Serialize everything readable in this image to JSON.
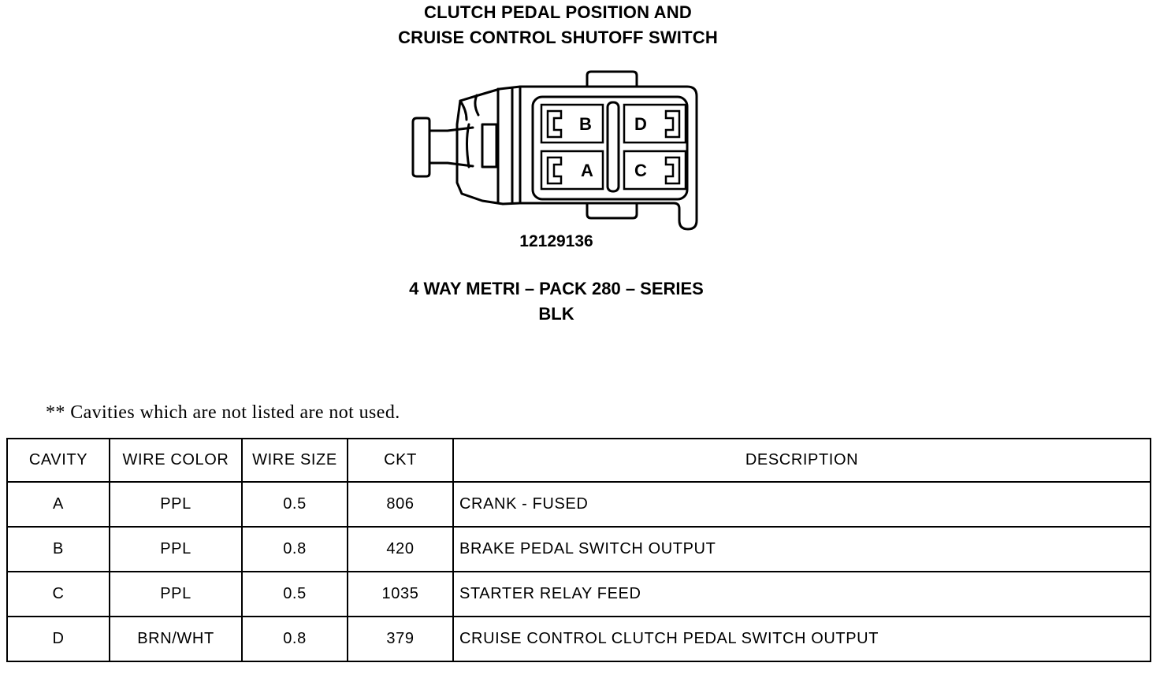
{
  "title": {
    "line1": "CLUTCH PEDAL POSITION AND",
    "line2": "CRUISE CONTROL SHUTOFF SWITCH"
  },
  "connector": {
    "cavity_labels": [
      "B",
      "D",
      "A",
      "C"
    ],
    "part_number": "12129136",
    "series": "4 WAY METRI – PACK 280 – SERIES",
    "color": "BLK"
  },
  "note": "** Cavities which are not listed are not used.",
  "table": {
    "headers": [
      "CAVITY",
      "WIRE COLOR",
      "WIRE SIZE",
      "CKT",
      "DESCRIPTION"
    ],
    "rows": [
      [
        "A",
        "PPL",
        "0.5",
        "806",
        "CRANK - FUSED"
      ],
      [
        "B",
        "PPL",
        "0.8",
        "420",
        "BRAKE PEDAL SWITCH OUTPUT"
      ],
      [
        "C",
        "PPL",
        "0.5",
        "1035",
        "STARTER RELAY FEED"
      ],
      [
        "D",
        "BRN/WHT",
        "0.8",
        "379",
        "CRUISE CONTROL CLUTCH PEDAL SWITCH OUTPUT"
      ]
    ]
  }
}
